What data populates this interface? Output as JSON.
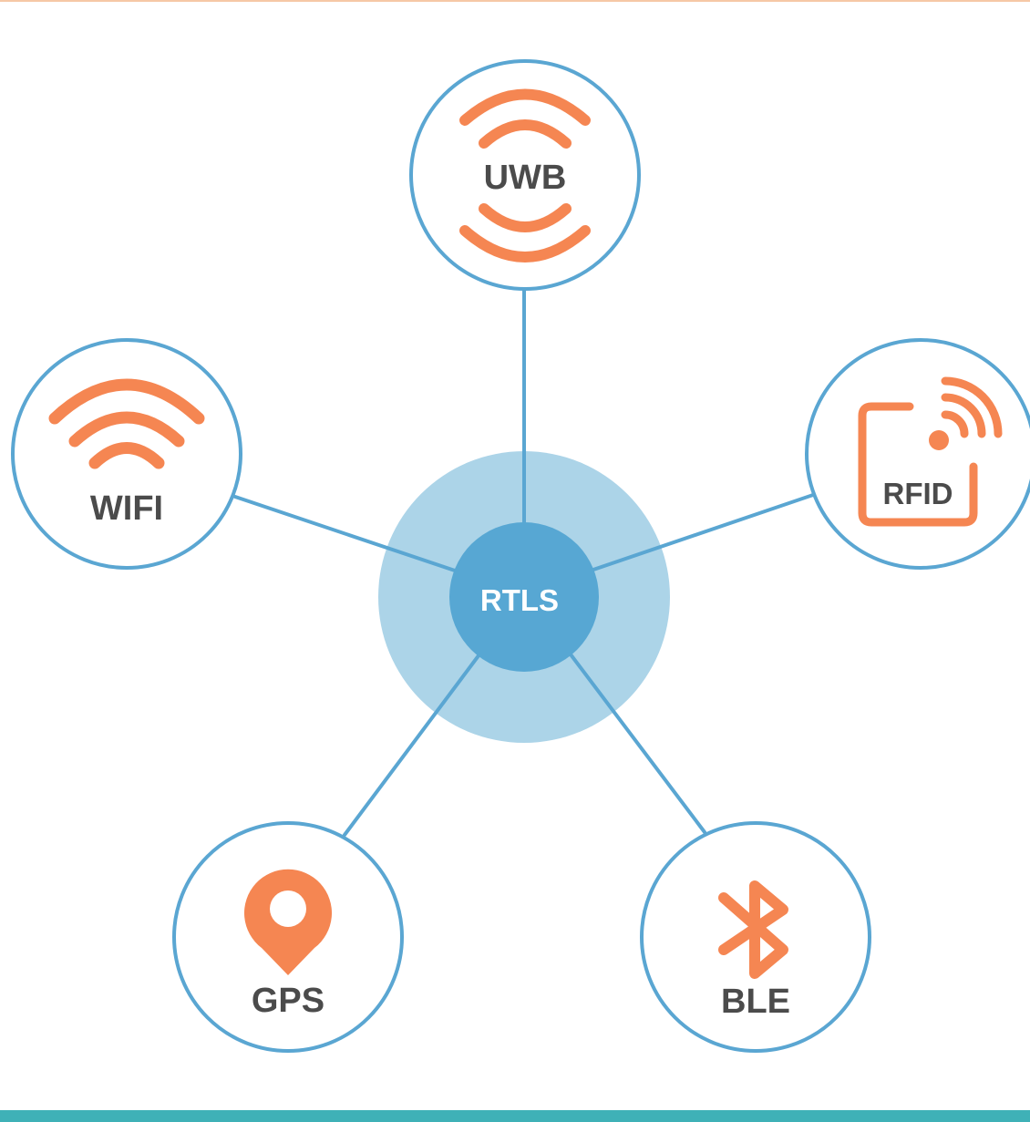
{
  "colors": {
    "accent": "#f58652",
    "node_stroke": "#5aa6d2",
    "hub_fill": "#57a7d3",
    "hub_halo": "#acd4e8",
    "label_text": "#4b4b4b",
    "hub_text": "#ffffff",
    "bottom_bar": "#3fb1b7"
  },
  "hub": {
    "label": "RTLS"
  },
  "nodes": {
    "uwb": {
      "label": "UWB",
      "icon": "uwb-signal-icon"
    },
    "wifi": {
      "label": "WIFI",
      "icon": "wifi-icon"
    },
    "rfid": {
      "label": "RFID",
      "icon": "rfid-icon"
    },
    "gps": {
      "label": "GPS",
      "icon": "map-pin-icon"
    },
    "ble": {
      "label": "BLE",
      "icon": "bluetooth-icon"
    }
  }
}
